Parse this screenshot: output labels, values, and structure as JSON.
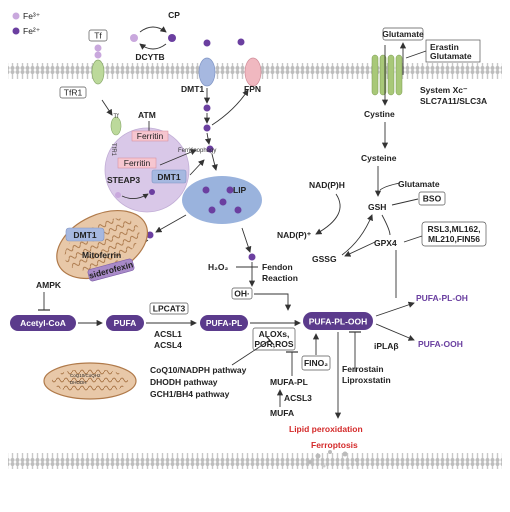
{
  "legend": {
    "fe3": "Fe³⁺",
    "fe2": "Fe²⁺"
  },
  "labels": {
    "tf": "Tf",
    "cp": "CP",
    "dcytb": "DCYTB",
    "tfr1_box": "TfR1",
    "tfr1_small": "TfR1",
    "dmt1_membrane": "DMT1",
    "fpn": "FPN",
    "atm": "ATM",
    "ferritin_a": "Ferritin",
    "ferritinophagy": "Ferritinophagy",
    "ferritin_b": "Ferritin",
    "steap3": "STEAP3",
    "dmt1_endo": "DMT1",
    "lip": "LIP",
    "dmt1_mito": "DMT1",
    "mitoferrin": "Mitoferrin",
    "siderofexin": "siderofexin",
    "ampk": "AMPK",
    "acetyl_coa": "Acetyl-CoA",
    "pufa": "PUFA",
    "lpcat3": "LPCAT3",
    "acsl1": "ACSL1",
    "acsl4": "ACSL4",
    "pufa_pl": "PUFA-PL",
    "aloxs_line1": "ALOXs,",
    "aloxs_line2": "POR,ROS",
    "pufa_pl_ooh": "PUFA-PL-OOH",
    "mito2_text": "CoQ10/CoQH2\nDHODH",
    "coq10_pathway": "CoQ10/NADPH pathway",
    "dhodh_pathway": "DHODH pathway",
    "gch1_pathway": "GCH1/BH4 pathway",
    "h2o2": "H₂O₂",
    "fenton_line1": "Fendon",
    "fenton_line2": "Reaction",
    "oh": "OH·",
    "fino2": "FINO₂",
    "mufa_pl": "MUFA-PL",
    "acsl3": "ACSL3",
    "mufa": "MUFA",
    "lipid_peroxidation": "Lipid peroxidation",
    "ferroptosis": "Ferroptosis",
    "glutamate_top": "Glutamate",
    "erastin": "Erastin",
    "glutamate_inhib": "Glutamate",
    "system_xc_line1": "System Xc⁻",
    "system_xc_line2": "SLC7A11/SLC3A",
    "cystine": "Cystine",
    "cysteine": "Cysteine",
    "nadph": "NAD(P)H",
    "glutamate_mid": "Glutamate",
    "gsh": "GSH",
    "bso": "BSO",
    "nadp": "NAD(P)⁺",
    "gssg": "GSSG",
    "gpx4": "GPX4",
    "inhib_line1": "RSL3,ML162,",
    "inhib_line2": "ML210,FIN56",
    "pufa_pl_oh": "PUFA-PL-OH",
    "iplab": "iPLAβ",
    "pufa_ooh": "PUFA-OOH",
    "ferrostain": "Ferrostain",
    "liproxstatin": "Liproxstatin"
  },
  "colors": {
    "fe3": "#c9a8dd",
    "fe2": "#6b3fa0",
    "dark_pill": "#5b3b8c",
    "membrane": "#b8b8b8",
    "endosome": "#d7c6e6",
    "lip_blob": "#9ab3dd",
    "mito": "#c98c5a",
    "red": "#d42a2a"
  }
}
